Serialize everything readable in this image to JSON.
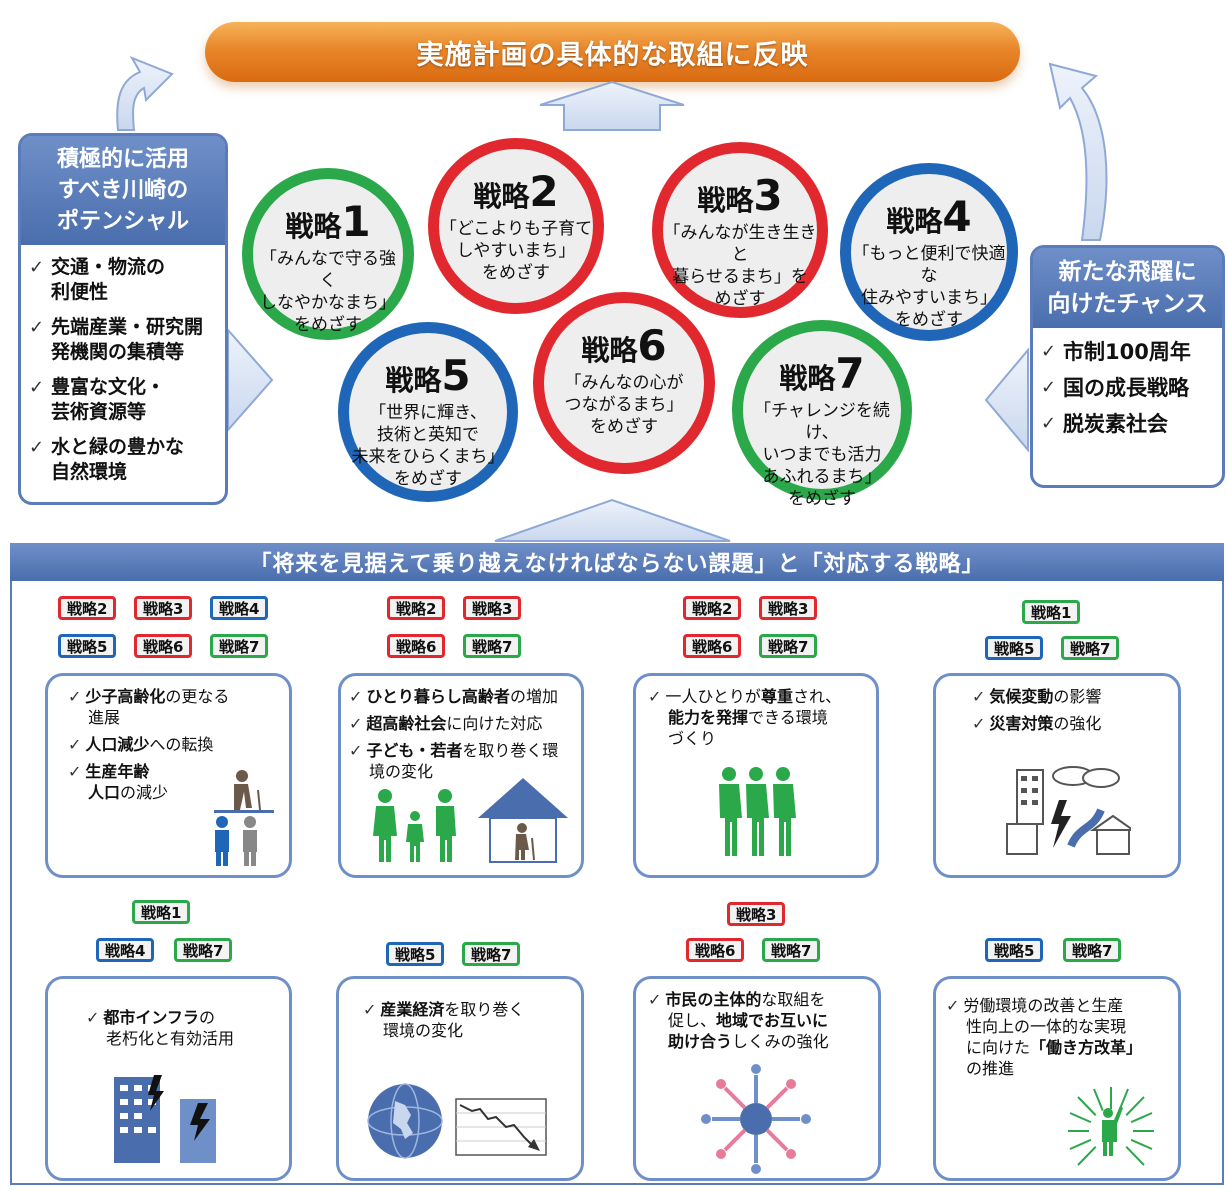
{
  "top_banner": "実施計画の具体的な取組に反映",
  "left_box": {
    "title": "積極的に活用\nすべき川崎の\nポテンシャル",
    "items": [
      "交通・物流の\n利便性",
      "先端産業・研究開\n発機関の集積等",
      "豊富な文化・\n芸術資源等",
      "水と緑の豊かな\n自然環境"
    ]
  },
  "right_box": {
    "title": "新たな飛躍に\n向けたチャンス",
    "items": [
      "市制100周年",
      "国の成長戦略",
      "脱炭素社会"
    ]
  },
  "strategies": [
    {
      "label": "戦略",
      "num": "1",
      "desc": "「みんなで守る強く\nしなやかなまち」\nをめざす",
      "color": "#2aa84a"
    },
    {
      "label": "戦略",
      "num": "2",
      "desc": "「どこよりも子育て\nしやすいまち」\nをめざす",
      "color": "#e0282e"
    },
    {
      "label": "戦略",
      "num": "3",
      "desc": "「みんなが生き生きと\n暮らせるまち」を\nめざす",
      "color": "#e0282e"
    },
    {
      "label": "戦略",
      "num": "4",
      "desc": "「もっと便利で快適な\n住みやすいまち」\nをめざす",
      "color": "#1f66b8"
    },
    {
      "label": "戦略",
      "num": "5",
      "desc": "「世界に輝き、\n技術と英知で\n未来をひらくまち」\nをめざす",
      "color": "#1f66b8"
    },
    {
      "label": "戦略",
      "num": "6",
      "desc": "「みんなの心が\nつながるまち」\nをめざす",
      "color": "#e0282e"
    },
    {
      "label": "戦略",
      "num": "7",
      "desc": "「チャレンジを続け、\nいつまでも活力\nあふれるまち」\nをめざす",
      "color": "#2aa84a"
    }
  ],
  "bottom_header": "「将来を見据えて乗り越えなければならない課題」と「対応する戦略」",
  "tags": {
    "s1": "戦略1",
    "s2": "戦略2",
    "s3": "戦略3",
    "s4": "戦略4",
    "s5": "戦略5",
    "s6": "戦略6",
    "s7": "戦略7"
  },
  "cards": [
    {
      "lines": [
        [
          "少子高齢化",
          "の更なる"
        ],
        [
          "",
          "進展"
        ],
        [
          "人口減少",
          "への転換"
        ],
        [
          "生産年齢",
          ""
        ],
        [
          "人口",
          "の減少"
        ]
      ]
    },
    {
      "lines": [
        [
          "ひとり暮らし高齢者",
          "の増加"
        ],
        [
          "超高齢社会",
          "に向けた対応"
        ],
        [
          "子ども・若者",
          "を取り巻く環"
        ],
        [
          "",
          "境の変化"
        ]
      ]
    },
    {
      "lines": [
        [
          "",
          "一人ひとりが"
        ],
        [
          "尊重",
          "され、"
        ],
        [
          "能力を発揮",
          "できる環境"
        ],
        [
          "",
          "づくり"
        ]
      ]
    },
    {
      "lines": [
        [
          "気候変動",
          "の影響"
        ],
        [
          "災害対策",
          "の強化"
        ]
      ]
    },
    {
      "lines": [
        [
          "都市インフラ",
          "の"
        ],
        [
          "",
          "老朽化と有効活用"
        ]
      ]
    },
    {
      "lines": [
        [
          "産業経済",
          "を取り巻く"
        ],
        [
          "",
          "環境の変化"
        ]
      ]
    },
    {
      "lines": [
        [
          "市民の主体的",
          "な取組を"
        ],
        [
          "",
          "促し、"
        ],
        [
          "地域でお互いに",
          ""
        ],
        [
          "助け合う",
          "しくみの強化"
        ]
      ]
    },
    {
      "lines": [
        [
          "",
          "労働環境の改善と生産"
        ],
        [
          "",
          "性向上の一体的な実現"
        ],
        [
          "",
          "に向けた"
        ],
        [
          "「働き方改革」",
          ""
        ],
        [
          "",
          "の推進"
        ]
      ]
    }
  ]
}
